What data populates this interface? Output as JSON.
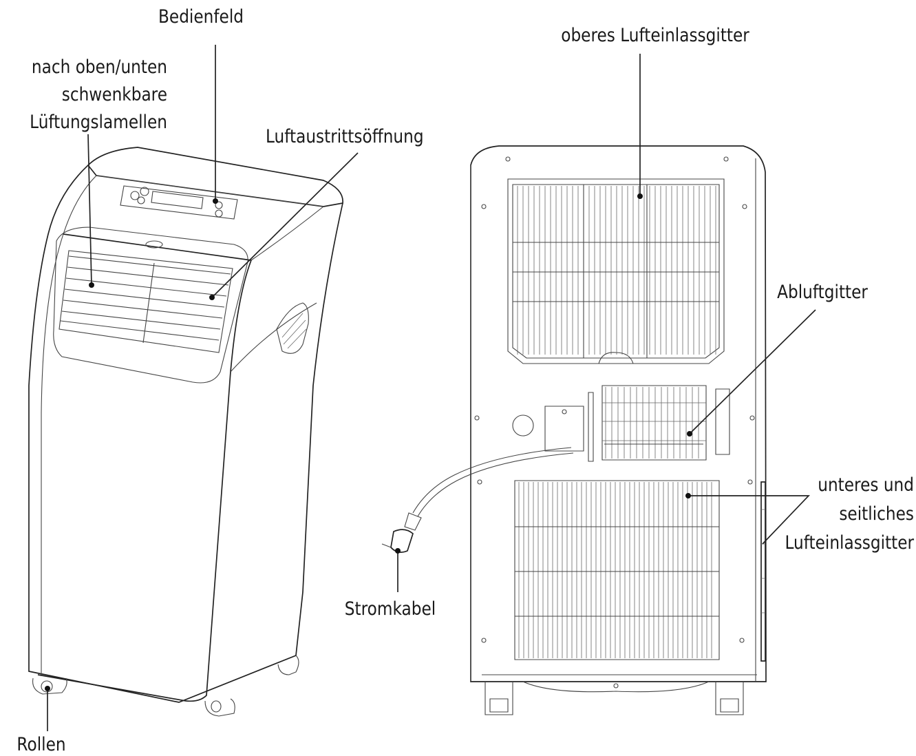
{
  "labels": {
    "bedienfeld": "Bedienfeld",
    "lamellen_1": "nach oben/unten",
    "lamellen_2": "schwenkbare",
    "lamellen_3": "Lüftungslamellen",
    "luftaustritt": "Luftaustrittsöffnung",
    "oberes_gitter": "oberes Lufteinlassgitter",
    "abluftgitter": "Abluftgitter",
    "unteres_1": "unteres und",
    "unteres_2": "seitliches",
    "unteres_3": "Lufteinlassgitter",
    "stromkabel": "Stromkabel",
    "rollen": "Rollen"
  }
}
